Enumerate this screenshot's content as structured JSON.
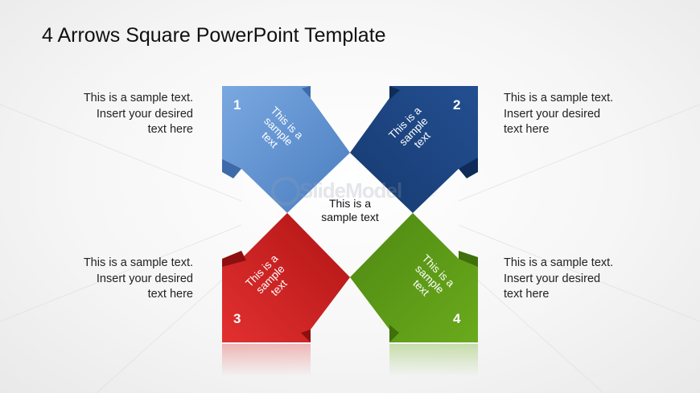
{
  "title": "4 Arrows Square PowerPoint Template",
  "center_text": [
    "This is a",
    "sample text"
  ],
  "watermark": "SlideModel",
  "side_texts": {
    "top_left": [
      "This is a sample text.",
      "Insert your desired",
      "text here"
    ],
    "top_right": [
      "This is a sample text.",
      "Insert your desired",
      "text here"
    ],
    "bottom_left": [
      "This is a sample text.",
      "Insert your desired",
      "text here"
    ],
    "bottom_right": [
      "This is a sample text.",
      "Insert your desired",
      "text here"
    ]
  },
  "arrows": [
    {
      "number": "1",
      "color": "#5b8fd0",
      "text": [
        "This is a",
        "sample",
        "text"
      ]
    },
    {
      "number": "2",
      "color": "#1f4886",
      "text": [
        "This is a",
        "sample",
        "text"
      ]
    },
    {
      "number": "3",
      "color": "#c81e1e",
      "text": [
        "This is a",
        "sample",
        "text"
      ]
    },
    {
      "number": "4",
      "color": "#5c9a17",
      "text": [
        "This is a",
        "sample",
        "text"
      ]
    }
  ]
}
